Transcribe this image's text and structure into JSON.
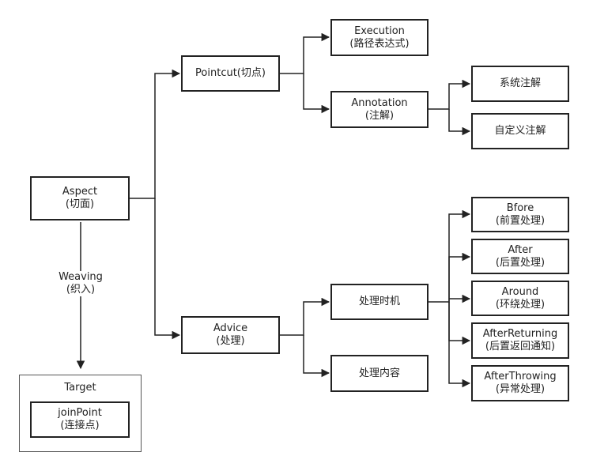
{
  "nodes": {
    "aspect": {
      "line1": "Aspect",
      "line2": "(切面)"
    },
    "pointcut": {
      "line1": "Pointcut(切点)"
    },
    "advice": {
      "line1": "Advice",
      "line2": "(处理)"
    },
    "execution": {
      "line1": "Execution",
      "line2": "(路径表达式)"
    },
    "annotation": {
      "line1": "Annotation",
      "line2": "(注解)"
    },
    "system_annotation": {
      "line1": "系统注解"
    },
    "custom_annotation": {
      "line1": "自定义注解"
    },
    "timing": {
      "line1": "处理时机"
    },
    "content": {
      "line1": "处理内容"
    },
    "before": {
      "line1": "Bfore",
      "line2": "(前置处理)"
    },
    "after": {
      "line1": "After",
      "line2": "(后置处理)"
    },
    "around": {
      "line1": "Around",
      "line2": "(环绕处理)"
    },
    "after_returning": {
      "line1": "AfterReturning",
      "line2": "(后置返回通知)"
    },
    "after_throwing": {
      "line1": "AfterThrowing",
      "line2": "(异常处理)"
    },
    "target": {
      "title": "Target"
    },
    "joinpoint": {
      "line1": "joinPoint",
      "line2": "(连接点)"
    }
  },
  "weaving": {
    "line1": "Weaving",
    "line2": "(织入)"
  }
}
